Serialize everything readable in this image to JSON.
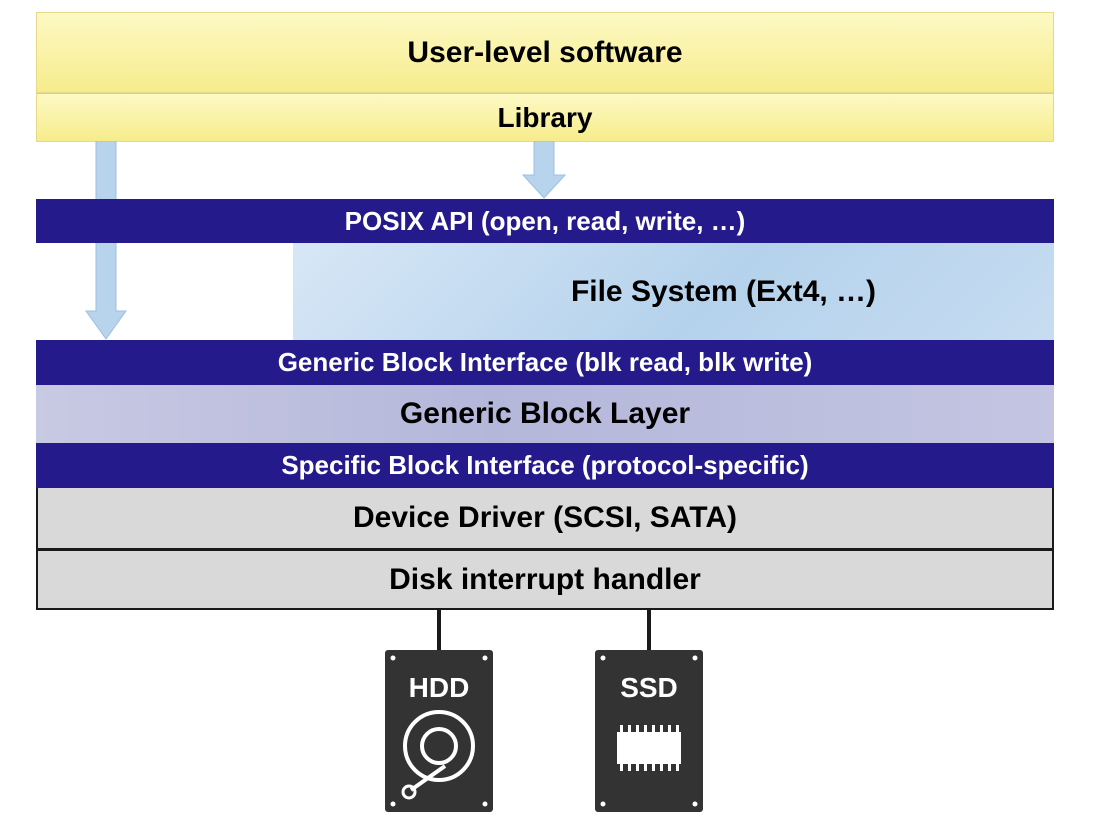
{
  "layers": {
    "user_software": "User-level software",
    "library": "Library",
    "posix_api": "POSIX API (open, read, write, …)",
    "file_system": "File System (Ext4, …)",
    "generic_block_interface": "Generic Block Interface (blk read, blk write)",
    "generic_block_layer": "Generic Block Layer",
    "specific_block_interface": "Specific Block Interface (protocol-specific)",
    "device_driver": "Device Driver (SCSI, SATA)",
    "disk_interrupt_handler": "Disk interrupt handler"
  },
  "devices": {
    "hdd": "HDD",
    "ssd": "SSD"
  },
  "colors": {
    "interface_bar": "#241a8c",
    "user_layer": "#f6ec8c",
    "file_system": "#b5d2ec",
    "generic_block_layer": "#b4b7da",
    "driver_layer": "#d9d9d9",
    "arrow": "#b8d3ec",
    "device_body": "#333333"
  }
}
